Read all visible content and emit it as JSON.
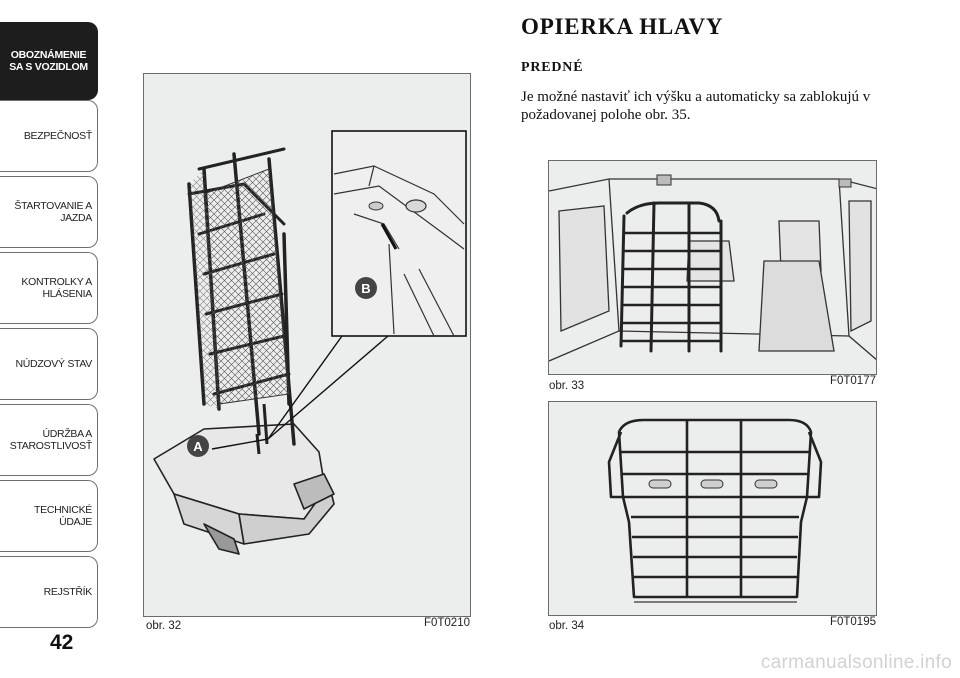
{
  "side_tabs": [
    {
      "label": "OBOZNÁMENIE\nSA S VOZIDLOM",
      "active": true
    },
    {
      "label": "BEZPEČNOSŤ",
      "active": false
    },
    {
      "label": "ŠTARTOVANIE A\nJAZDA",
      "active": false
    },
    {
      "label": "KONTROLKY A\nHLÁSENIA",
      "active": false
    },
    {
      "label": "NÚDZOVÝ STAV",
      "active": false
    },
    {
      "label": "ÚDRŽBA A\nSTAROSTLIVOSŤ",
      "active": false
    },
    {
      "label": "TECHNICKÉ ÚDAJE",
      "active": false
    },
    {
      "label": "REJSTŘÍK",
      "active": false
    }
  ],
  "page_number": "42",
  "heading": "OPIERKA HLAVY",
  "subheading": "PREDNÉ",
  "body_text": "Je možné nastaviť ich výšku a automaticky sa zablokujú v požadovanej polohe obr. 35.",
  "figures": {
    "fig32": {
      "caption": "obr. 32",
      "code": "F0T0210",
      "label_a": "A",
      "label_b": "B"
    },
    "fig33": {
      "caption": "obr. 33",
      "code": "F0T0177"
    },
    "fig34": {
      "caption": "obr. 34",
      "code": "F0T0195"
    }
  },
  "footer_url": "carmanualsonline.info"
}
